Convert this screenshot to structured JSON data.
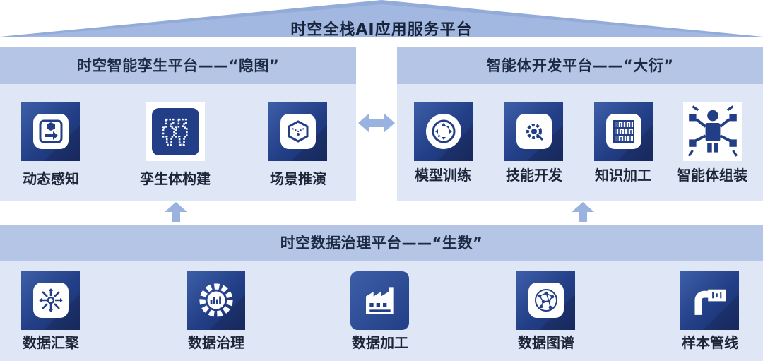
{
  "platform_title": "时空全栈AI应用服务平台",
  "twin_platform": {
    "title": "时空智能孪生平台——“隐图”",
    "modules": [
      {
        "label": "动态感知",
        "icon": "box-transfer-icon"
      },
      {
        "label": "孪生体构建",
        "icon": "twin-figures-icon"
      },
      {
        "label": "场景推演",
        "icon": "map-cube-icon"
      }
    ]
  },
  "agent_platform": {
    "title": "智能体开发平台——“大衍”",
    "modules": [
      {
        "label": "模型训练",
        "icon": "cycle-arrows-icon"
      },
      {
        "label": "技能开发",
        "icon": "gear-wrench-icon"
      },
      {
        "label": "知识加工",
        "icon": "bookshelf-icon"
      },
      {
        "label": "智能体组装",
        "icon": "robot-icon"
      }
    ]
  },
  "data_platform": {
    "title": "时空数据治理平台——“生数”",
    "modules": [
      {
        "label": "数据汇聚",
        "icon": "converge-arrows-icon"
      },
      {
        "label": "数据治理",
        "icon": "gear-chart-icon"
      },
      {
        "label": "数据加工",
        "icon": "factory-icon"
      },
      {
        "label": "数据图谱",
        "icon": "network-graph-icon"
      },
      {
        "label": "样本管线",
        "icon": "pipeline-icon"
      }
    ]
  },
  "colors": {
    "roof": "#93abd9",
    "panel_header": "#b4c5e6",
    "panel_body": "#dfe7f6",
    "tile": "#223e86",
    "arrow": "#9ab2e0"
  }
}
